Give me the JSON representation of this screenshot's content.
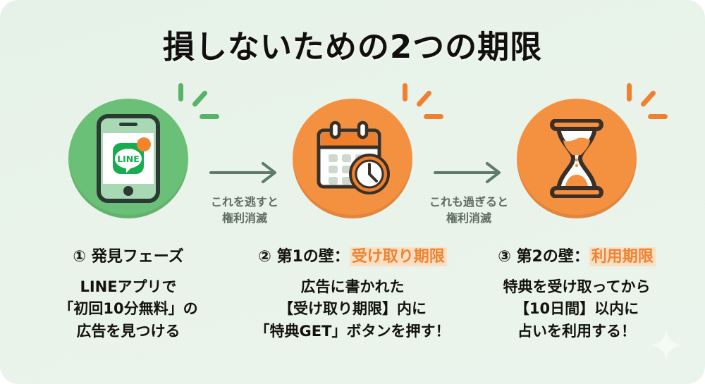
{
  "title": "損しないための2つの期限",
  "colors": {
    "background": "#e8f3ea",
    "green": "#6ac077",
    "orange": "#f49141",
    "highlight_bg": "#fbdfc2",
    "highlight_text": "#ef8331",
    "text": "#14120f",
    "connector_text": "#5e6b62"
  },
  "steps": [
    {
      "icon": "smartphone-line-app-icon",
      "circle_color": "#6ac077",
      "spark_color": "#58b368",
      "heading_plain": "① 発見フェーズ",
      "heading_highlight": "",
      "app_label": "LINE",
      "body_lines": [
        "LINEアプリで",
        "「初回10分無料」の",
        "広告を見つける"
      ]
    },
    {
      "icon": "calendar-clock-icon",
      "circle_color": "#f49141",
      "spark_color": "#f08030",
      "heading_plain": "② 第1の壁：",
      "heading_highlight": "受け取り期限",
      "body_lines": [
        "広告に書かれた",
        "【受け取り期限】内に",
        "「特典GET」ボタンを押す！"
      ]
    },
    {
      "icon": "hourglass-icon",
      "circle_color": "#f49141",
      "spark_color": "#f08030",
      "heading_plain": "③ 第2の壁：",
      "heading_highlight": "利用期限",
      "body_lines": [
        "特典を受け取ってから",
        "【10日間】以内に",
        "占いを利用する！"
      ]
    }
  ],
  "connectors": [
    {
      "icon": "arrow-right-icon",
      "lines": [
        "これを逃すと",
        "権利消滅"
      ]
    },
    {
      "icon": "arrow-right-icon",
      "lines": [
        "これも過ぎると",
        "権利消滅"
      ]
    }
  ],
  "decoration": {
    "sparkle": "sparkle-icon"
  }
}
